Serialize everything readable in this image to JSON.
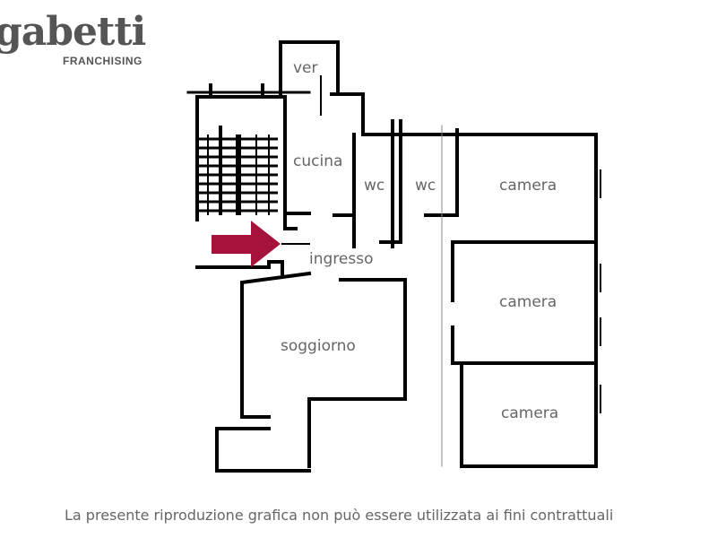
{
  "logo": {
    "brand": "gabetti",
    "subtitle": "FRANCHISING"
  },
  "rooms": {
    "ver": "ver",
    "cucina": "cucina",
    "wc1": "wc",
    "wc2": "wc",
    "camera1": "camera",
    "ingresso": "ingresso",
    "camera2": "camera",
    "soggiorno": "soggiorno",
    "camera3": "camera"
  },
  "entrance_arrow_color": "#a6133a",
  "disclaimer": "La presente riproduzione grafica non può essere utilizzata ai fini contrattuali"
}
